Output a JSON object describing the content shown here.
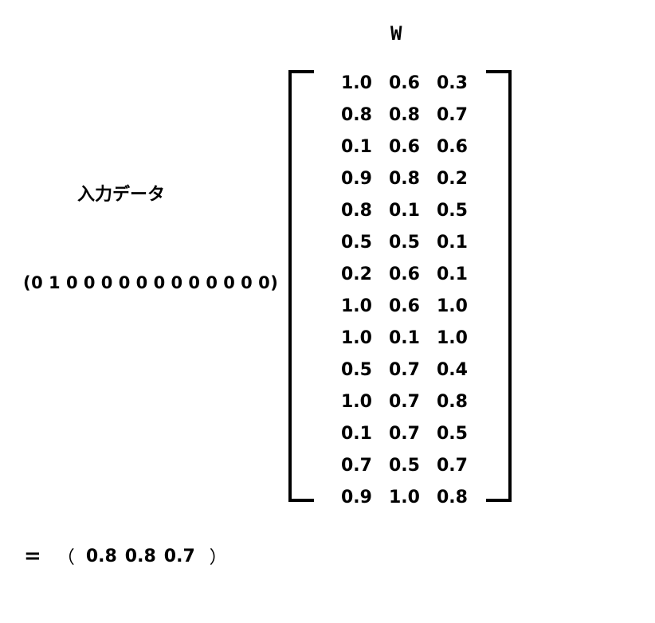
{
  "weight_title": "W",
  "input_label": "入力データ",
  "input_vector": {
    "open": "(",
    "values": "0 1 0 0 0 0 0 0 0 0 0 0 0 0",
    "close": ")"
  },
  "matrix": [
    [
      "1.0",
      "0.6",
      "0.3"
    ],
    [
      "0.8",
      "0.8",
      "0.7"
    ],
    [
      "0.1",
      "0.6",
      "0.6"
    ],
    [
      "0.9",
      "0.8",
      "0.2"
    ],
    [
      "0.8",
      "0.1",
      "0.5"
    ],
    [
      "0.5",
      "0.5",
      "0.1"
    ],
    [
      "0.2",
      "0.6",
      "0.1"
    ],
    [
      "1.0",
      "0.6",
      "1.0"
    ],
    [
      "1.0",
      "0.1",
      "1.0"
    ],
    [
      "0.5",
      "0.7",
      "0.4"
    ],
    [
      "1.0",
      "0.7",
      "0.8"
    ],
    [
      "0.1",
      "0.7",
      "0.5"
    ],
    [
      "0.7",
      "0.5",
      "0.7"
    ],
    [
      "0.9",
      "1.0",
      "0.8"
    ]
  ],
  "result": {
    "equals": "=",
    "open": "（",
    "values": [
      "0.8",
      "0.8",
      "0.7"
    ],
    "close": "）"
  }
}
